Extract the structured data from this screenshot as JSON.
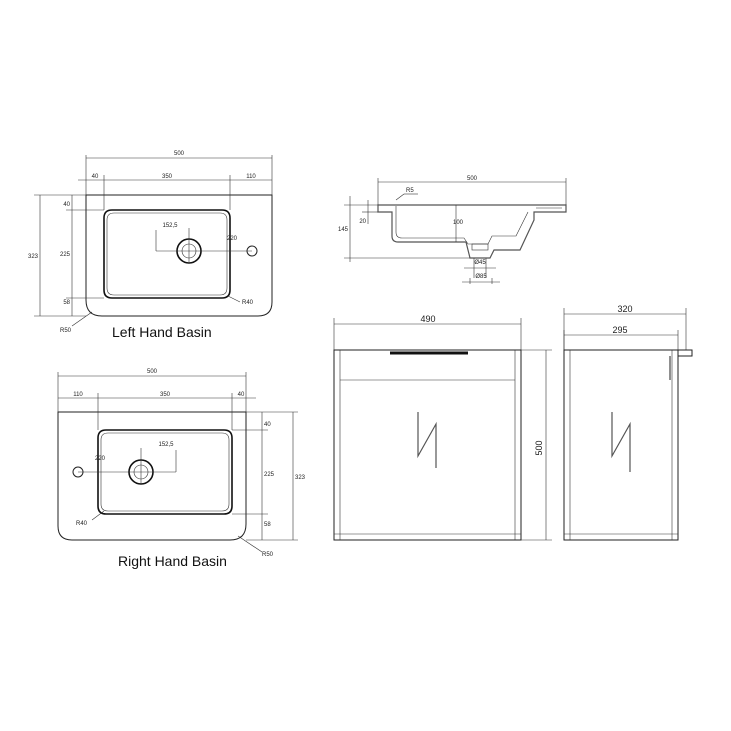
{
  "captions": {
    "left_basin": "Left Hand Basin",
    "right_basin": "Right Hand Basin"
  },
  "left_basin_dims": {
    "overall_width": "500",
    "left_margin": "40",
    "bowl_width": "350",
    "right_margin": "110",
    "depth": "323",
    "top_margin": "40",
    "bowl_depth": "225",
    "bottom_margin": "58",
    "waste_offset": "152,5",
    "tap_offset": "220",
    "inner_radius": "R40",
    "outer_radius": "R50"
  },
  "right_basin_dims": {
    "overall_width": "500",
    "left_margin": "110",
    "bowl_width": "350",
    "right_margin": "40",
    "depth": "323",
    "top_margin": "40",
    "bowl_depth": "225",
    "bottom_margin": "58",
    "waste_offset": "152,5",
    "tap_offset": "220",
    "inner_radius": "R40",
    "outer_radius": "R50"
  },
  "section_dims": {
    "overall_width": "500",
    "lip_radius": "R5",
    "height": "145",
    "lip_thickness": "20",
    "bowl_depth": "100",
    "waste_small": "Ø45",
    "waste_large": "Ø85"
  },
  "cabinet_front": {
    "width": "490",
    "height": "500"
  },
  "cabinet_side": {
    "overall_depth": "320",
    "body_depth": "295"
  }
}
